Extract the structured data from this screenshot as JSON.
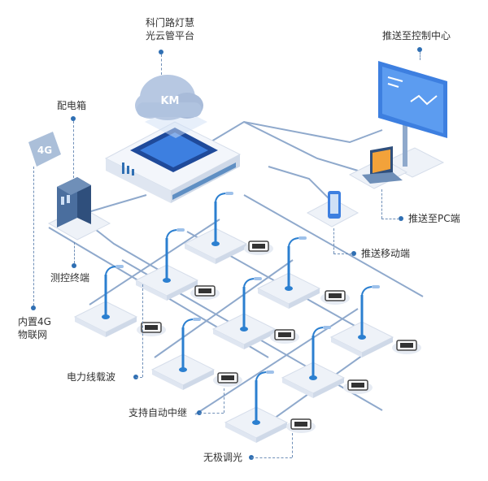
{
  "labels": {
    "platform": [
      "科门路灯慧",
      "光云管平台"
    ],
    "control_center": "推送至控制中心",
    "distribution_box": "配电箱",
    "pc": "推送至PC端",
    "mobile": "推送移动端",
    "terminal": "测控终端",
    "iot": [
      "内置4G",
      "物联网"
    ],
    "plc": "电力线载波",
    "relay": "支持自动中继",
    "dimming": "无极调光"
  },
  "badges": {
    "four_g": "4G",
    "cloud_logo": "KM"
  },
  "colors": {
    "primary": "#2f6fb3",
    "pole": "#2b7fd0",
    "line": "#8fa9cc",
    "tile": "#eef2f8",
    "screen": "#3d7fe0"
  }
}
